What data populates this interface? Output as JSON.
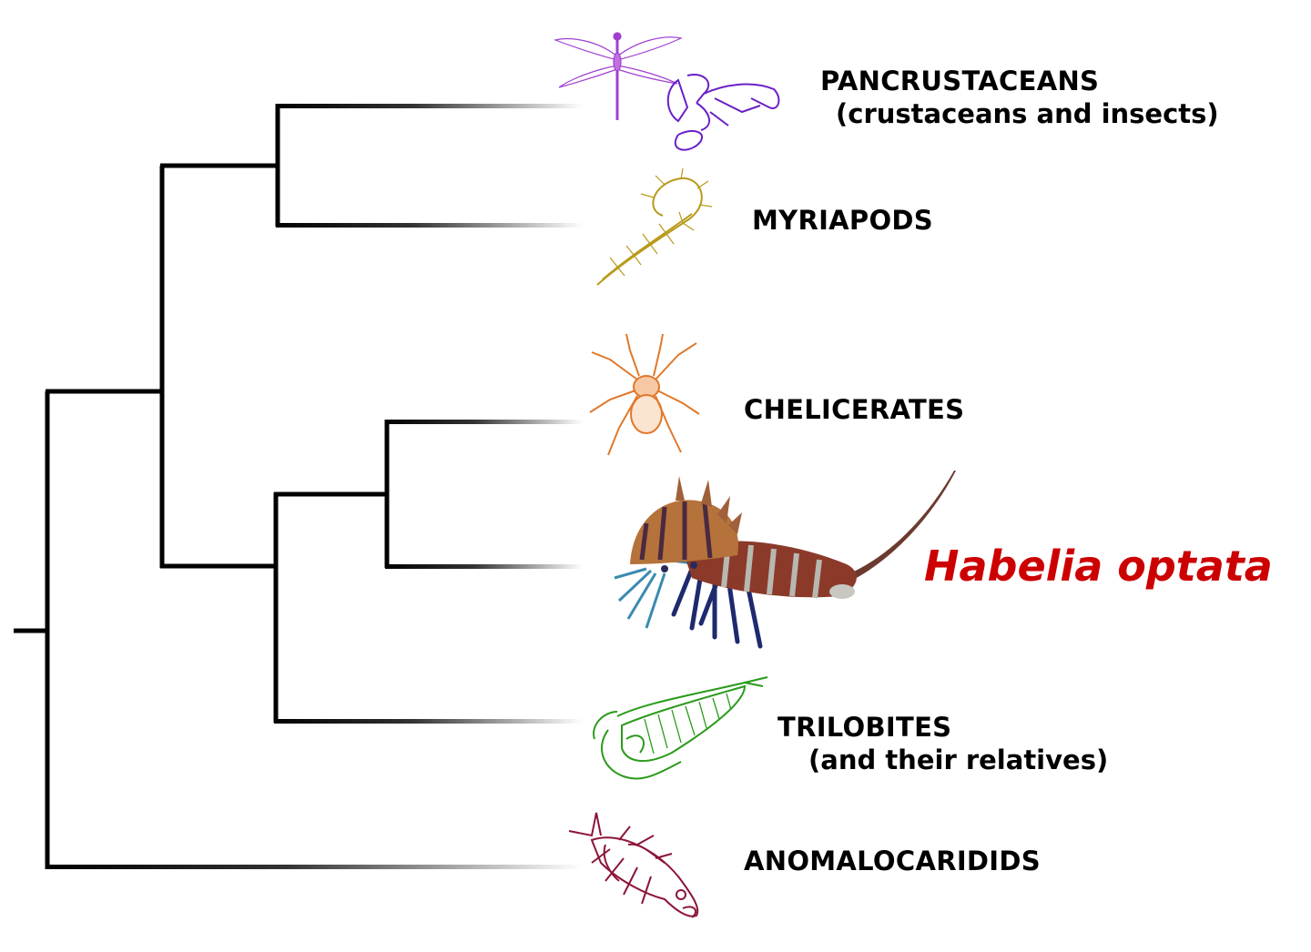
{
  "diagram": {
    "type": "phylogenetic-tree",
    "line_color": "#000000",
    "branch_fade_to": "#ffffff"
  },
  "taxa": [
    {
      "id": "pancrustaceans",
      "label": "PANCRUSTACEANS",
      "sublabel": "(crustaceans and insects)",
      "icon": "dragonfly-and-lobster-icon",
      "color": "#8a2be2"
    },
    {
      "id": "myriapods",
      "label": "MYRIAPODS",
      "sublabel": "",
      "icon": "centipede-icon",
      "color": "#b89a1a"
    },
    {
      "id": "chelicerates",
      "label": "CHELICERATES",
      "sublabel": "",
      "icon": "spider-icon",
      "color": "#e0782a"
    },
    {
      "id": "habelia",
      "label": "Habelia optata",
      "sublabel": "",
      "icon": "habelia-optata-illustration",
      "color": "#cc0000"
    },
    {
      "id": "trilobites",
      "label": "TRILOBITES",
      "sublabel": "(and their relatives)",
      "icon": "trilobite-icon",
      "color": "#2a9a1a"
    },
    {
      "id": "anomalocaridids",
      "label": "ANOMALOCARIDIDS",
      "sublabel": "",
      "icon": "anomalocaris-icon",
      "color": "#8b1538"
    }
  ]
}
